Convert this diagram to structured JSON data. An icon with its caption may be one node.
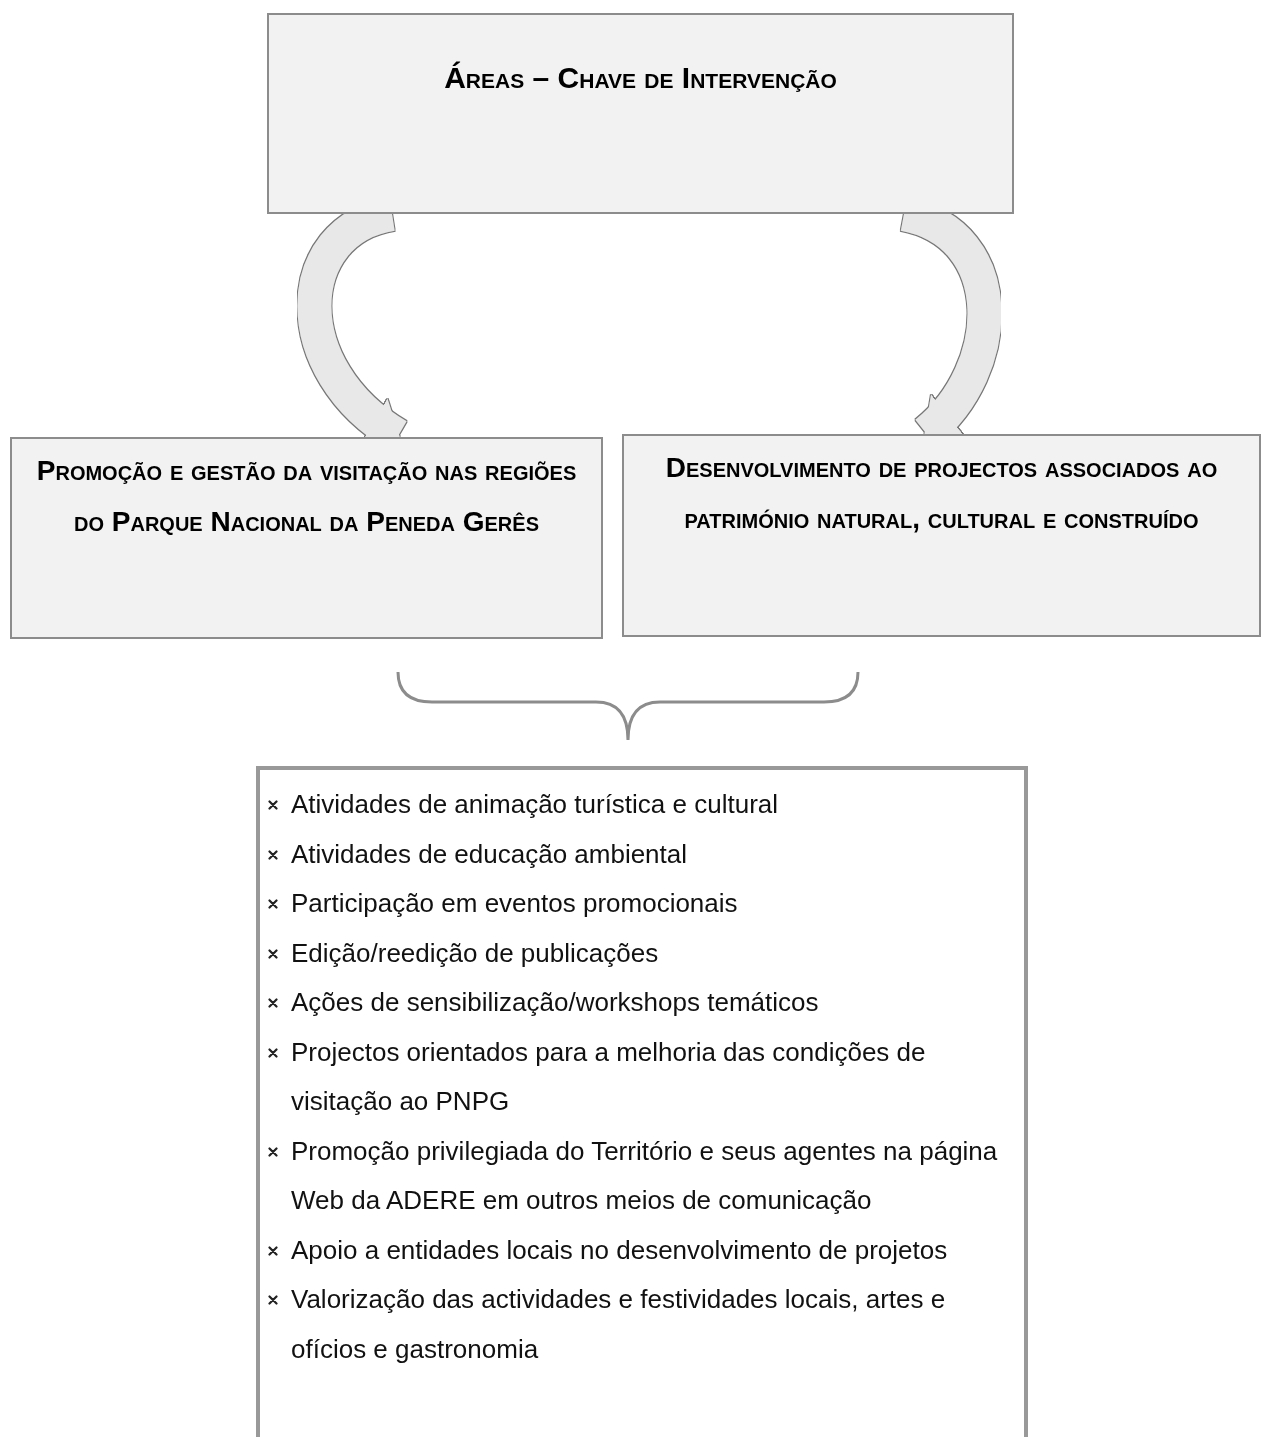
{
  "diagram": {
    "nodes": [
      {
        "text": [
          "Áreas – Chave de Intervenção"
        ]
      },
      {
        "text": [
          "Promoção e gestão da visitação nas regiões do Parque Nacional da Peneda Gerês"
        ]
      },
      {
        "text": [
          "Desenvolvimento de projectos associados ao património natural, cultural e construído"
        ]
      },
      {
        "text": [
          "Atividades de animação turística e cultural",
          "Atividades de educação ambiental",
          "Participação em eventos promocionais",
          "Edição/reedição de publicações",
          "Ações de sensibilização/workshops temáticos",
          "Projectos orientados para a melhoria das condições de visitação ao PNPG",
          "Promoção privilegiada do Território e seus agentes na página Web da ADERE em outros meios de comunicação",
          "Apoio a entidades locais no desenvolvimento de projetos",
          "Valorização das actividades e festividades locais, artes e ofícios e gastronomia"
        ]
      }
    ],
    "edges": [
      {
        "from": 0,
        "to": 1,
        "arrow": "to"
      },
      {
        "from": 0,
        "to": 2,
        "arrow": "to"
      }
    ]
  }
}
